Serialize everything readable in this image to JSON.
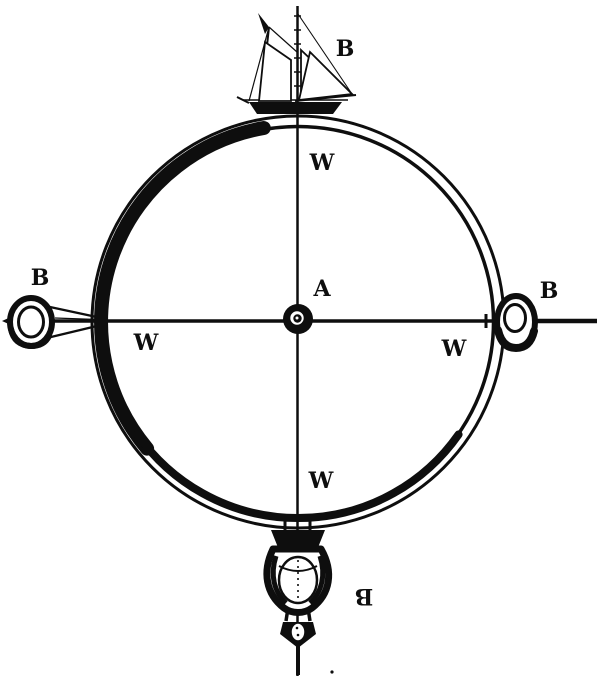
{
  "figure": {
    "labels": {
      "center_pivot": "A",
      "ship_top": "B",
      "eyepiece_left": "B",
      "eyepiece_right": "B",
      "ship_bottom_inverted": "B",
      "wheel_top": "W",
      "wheel_left": "W",
      "wheel_right": "W",
      "wheel_bottom": "W"
    },
    "colors": {
      "ink": "#0e0e0e",
      "paper": "#ffffff"
    }
  }
}
